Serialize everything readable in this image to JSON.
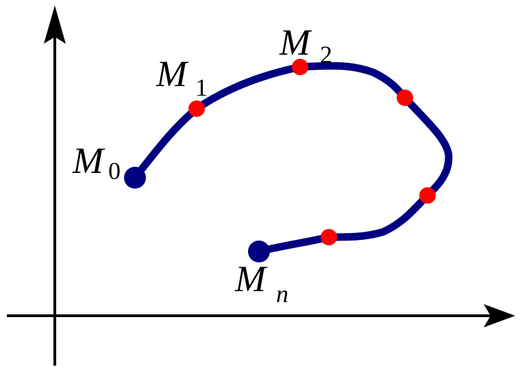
{
  "diagram": {
    "colors": {
      "axis": "#000000",
      "curve": "#000080",
      "endpoint": "#000080",
      "midpoint": "#ff0000"
    },
    "labels": {
      "m0": {
        "letter": "M",
        "sub": "0"
      },
      "m1": {
        "letter": "M",
        "sub": "1"
      },
      "m2": {
        "letter": "M",
        "sub": "2"
      },
      "mn": {
        "letter": "M",
        "sub": "n"
      }
    }
  }
}
